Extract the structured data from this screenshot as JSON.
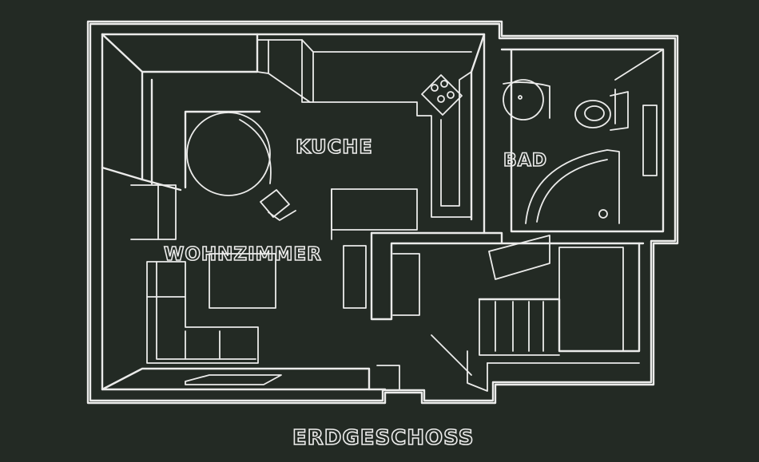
{
  "plan": {
    "rooms": [
      {
        "label": "KUCHE"
      },
      {
        "label": "BAD"
      },
      {
        "label": "WOHNZIMMER"
      }
    ],
    "floor_label": "ERDGESCHOSS"
  },
  "colors": {
    "background": "#232a24",
    "chalk": "#ebebea"
  }
}
